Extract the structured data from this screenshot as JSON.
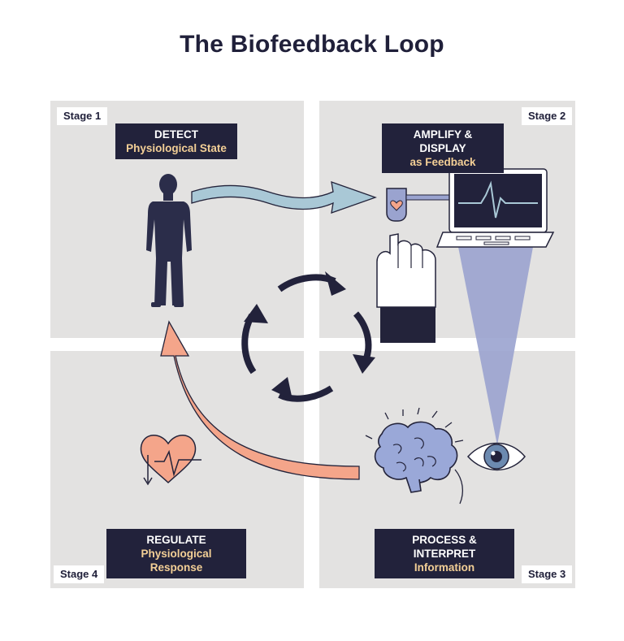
{
  "title": "The Biofeedback Loop",
  "stages": [
    {
      "tag": "Stage 1",
      "line1": "DETECT",
      "line2": "Physiological State"
    },
    {
      "tag": "Stage 2",
      "line1": "AMPLIFY & DISPLAY",
      "line2": "as Feedback"
    },
    {
      "tag": "Stage 3",
      "line1": "PROCESS & INTERPRET",
      "line2": "Information"
    },
    {
      "tag": "Stage 4",
      "line1": "REGULATE",
      "line2": "Physiological Response"
    }
  ],
  "colors": {
    "panel": "#e3e2e1",
    "label_bg": "#22223b",
    "label_accent": "#f3cf96",
    "wave_arrow": "#a9c8d6",
    "return_arrow": "#f4a58a",
    "beam": "#9aa3cf",
    "body": "#2b2d4a"
  },
  "icons": [
    "human-figure-icon",
    "wave-arrow-icon",
    "finger-sensor-icon",
    "laptop-monitor-icon",
    "eye-icon",
    "brain-icon",
    "heart-rate-icon",
    "cycle-arrows-icon"
  ]
}
